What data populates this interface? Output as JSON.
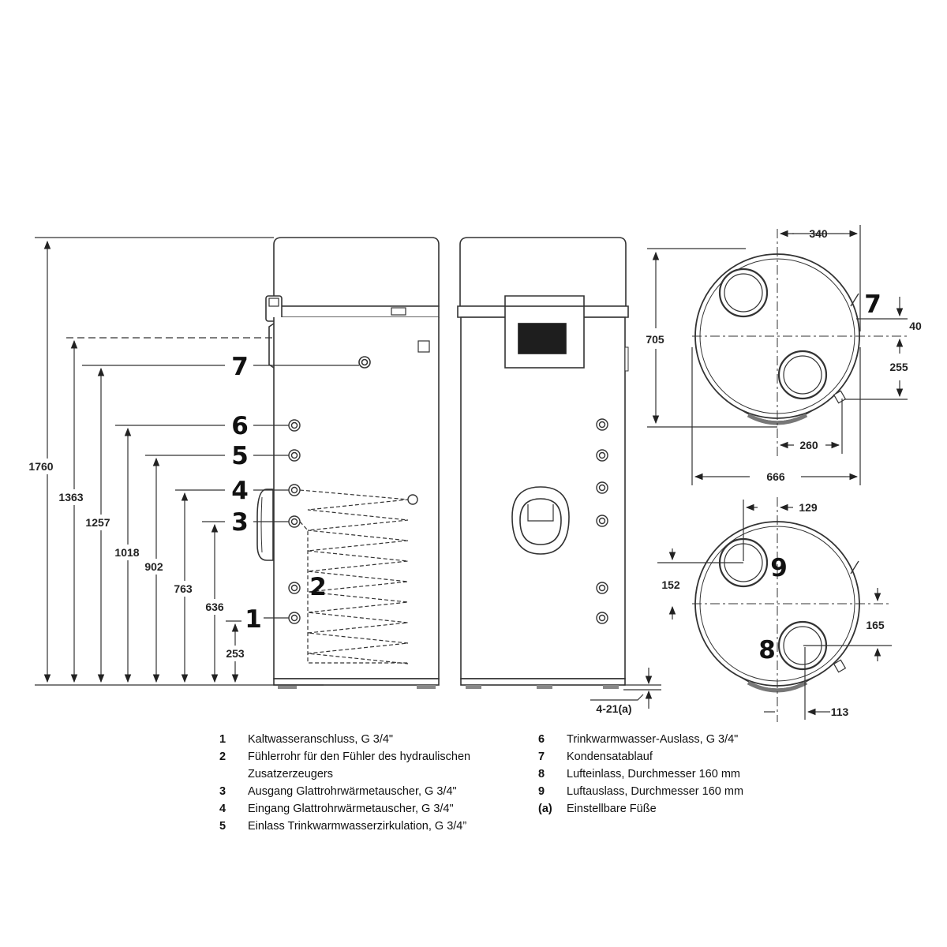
{
  "dimensions": {
    "height_total": "1760",
    "h_1363": "1363",
    "h_1257": "1257",
    "h_1018": "1018",
    "h_902": "902",
    "h_763": "763",
    "h_636": "636",
    "h_253": "253",
    "foot": "4-21(a)",
    "top_340": "340",
    "top_705": "705",
    "top_40": "40",
    "top_255": "255",
    "top_260": "260",
    "top_666": "666",
    "bot_129": "129",
    "bot_152": "152",
    "bot_165": "165",
    "bot_113": "113"
  },
  "callouts": {
    "c7": "7",
    "c6": "6",
    "c5": "5",
    "c4": "4",
    "c3": "3",
    "c2": "2",
    "c1": "1",
    "top7": "7",
    "bot9": "9",
    "bot8": "8"
  },
  "legend": [
    {
      "key": "1",
      "text": "Kaltwasseranschluss, G 3/4\""
    },
    {
      "key": "2",
      "text": "Fühlerrohr für den Fühler des hydraulischen Zusatzerzeugers"
    },
    {
      "key": "3",
      "text": "Ausgang Glattrohrwärmetauscher, G 3/4\""
    },
    {
      "key": "4",
      "text": "Eingang Glattrohrwärmetauscher, G 3/4\""
    },
    {
      "key": "5",
      "text": "Einlass Trinkwarmwasserzirkulation, G 3/4”"
    },
    {
      "key": "6",
      "text": "Trinkwarmwasser-Auslass, G 3/4\""
    },
    {
      "key": "7",
      "text": "Kondensatablauf"
    },
    {
      "key": "8",
      "text": "Lufteinlass, Durchmesser 160 mm"
    },
    {
      "key": "9",
      "text": "Luftauslass, Durchmesser 160 mm"
    },
    {
      "key": "(a)",
      "text": "Einstellbare Füße"
    }
  ]
}
